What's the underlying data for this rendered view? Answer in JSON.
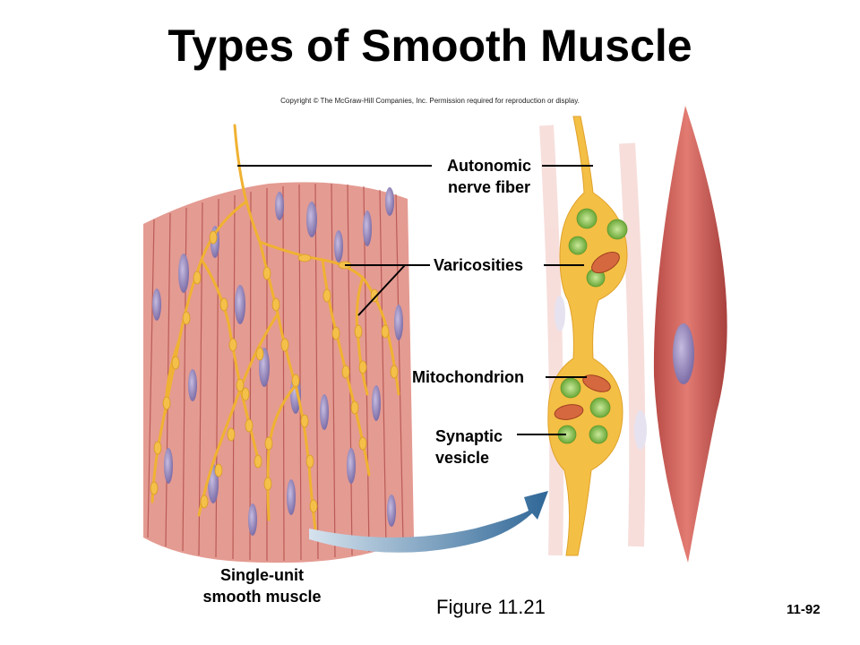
{
  "title": "Types of Smooth Muscle",
  "copyright": "Copyright © The McGraw-Hill Companies, Inc. Permission required for reproduction or display.",
  "labels": {
    "autonomic_line1": "Autonomic",
    "autonomic_line2": "nerve fiber",
    "varicosities": "Varicosities",
    "mitochondrion": "Mitochondrion",
    "synaptic_line1": "Synaptic",
    "synaptic_line2": "vesicle",
    "single_unit_line1": "Single-unit",
    "single_unit_line2": "smooth muscle"
  },
  "figure_caption": "Figure 11.21",
  "slide_number": "11-92",
  "colors": {
    "muscle": "#d9706a",
    "muscle_dark": "#b9504c",
    "nucleus": "#8f7fb8",
    "nerve": "#f2b93b",
    "varicosity": "#f4c04a",
    "vesicle": "#8bc44d",
    "mitochondrion": "#d0603a",
    "arrow": "#3a6f9f"
  }
}
